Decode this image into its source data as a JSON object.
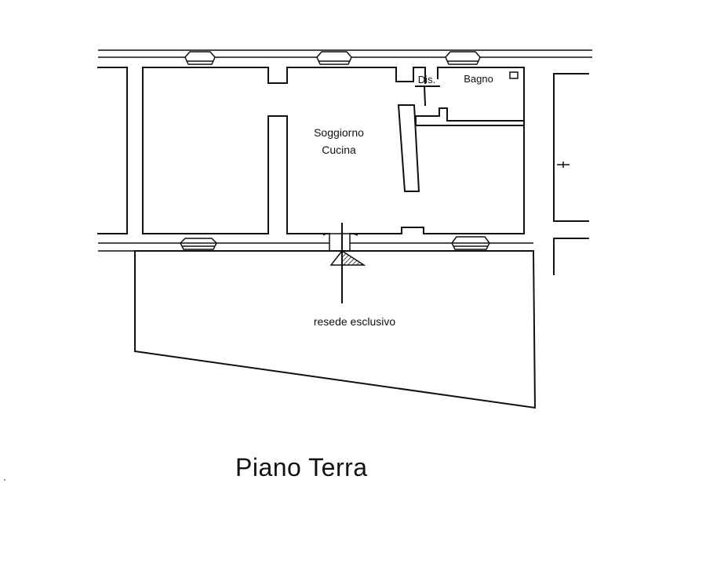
{
  "floor_title": "Piano Terra",
  "rooms": {
    "soggiorno": "Soggiorno",
    "cucina": "Cucina",
    "disimpegno": "Dis.",
    "bagno": "Bagno",
    "resede": "resede esclusivo"
  },
  "icons": {
    "entrance": "entrance-arrow-icon"
  },
  "colors": {
    "line": "#111111",
    "background": "#ffffff"
  }
}
